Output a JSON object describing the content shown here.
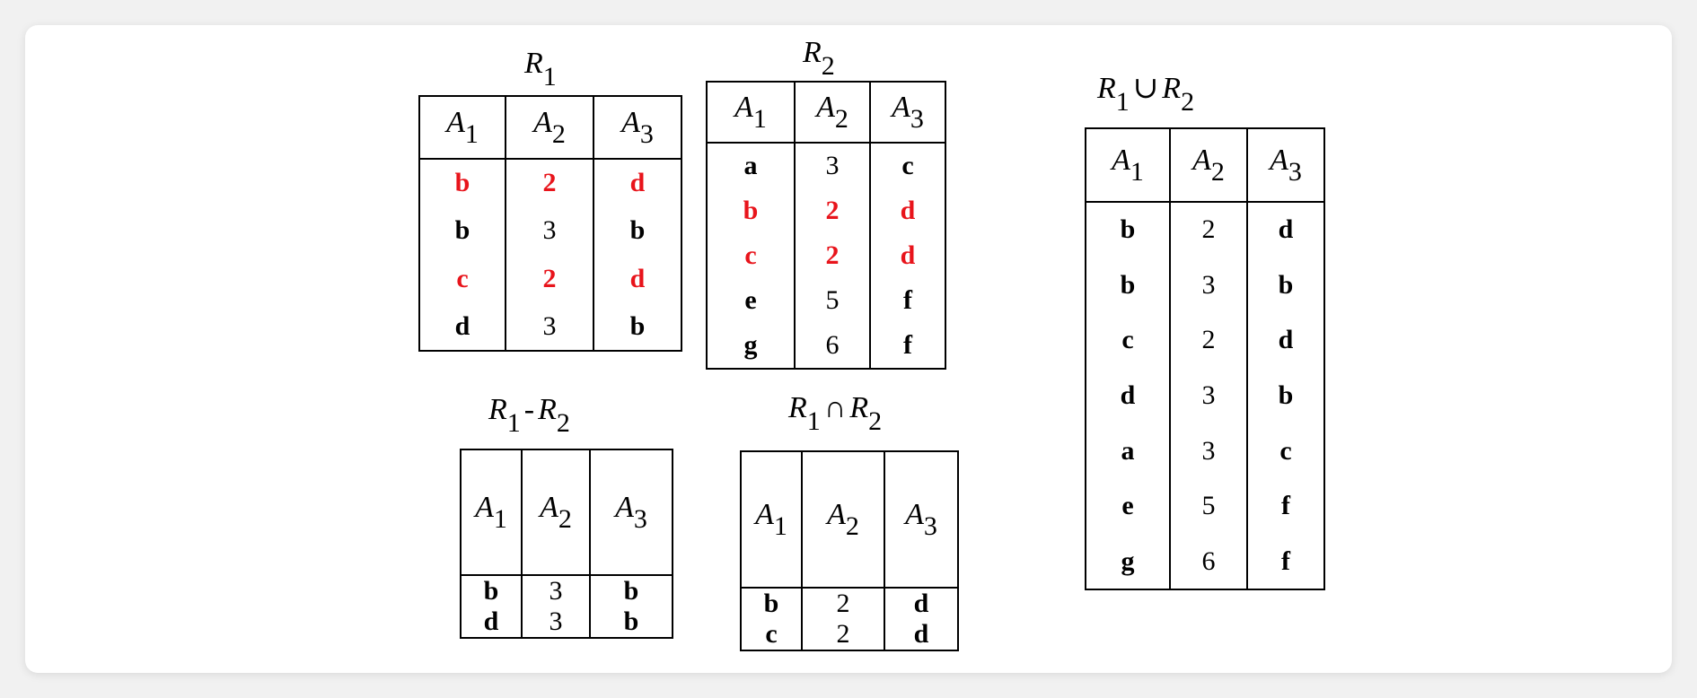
{
  "colors": {
    "highlight": "#e8141b",
    "text": "#000000",
    "background": "#ffffff"
  },
  "attributes": [
    {
      "name": "A",
      "sub": "1"
    },
    {
      "name": "A",
      "sub": "2"
    },
    {
      "name": "A",
      "sub": "3"
    }
  ],
  "relations": {
    "r1": {
      "title": {
        "name": "R",
        "sub": "1"
      },
      "rows": [
        {
          "cells": [
            "b",
            "2",
            "d"
          ],
          "highlight": true
        },
        {
          "cells": [
            "b",
            "3",
            "b"
          ],
          "highlight": false
        },
        {
          "cells": [
            "c",
            "2",
            "d"
          ],
          "highlight": true
        },
        {
          "cells": [
            "d",
            "3",
            "b"
          ],
          "highlight": false
        }
      ]
    },
    "r2": {
      "title": {
        "name": "R",
        "sub": "2"
      },
      "rows": [
        {
          "cells": [
            "a",
            "3",
            "c"
          ],
          "highlight": false
        },
        {
          "cells": [
            "b",
            "2",
            "d"
          ],
          "highlight": true
        },
        {
          "cells": [
            "c",
            "2",
            "d"
          ],
          "highlight": true
        },
        {
          "cells": [
            "e",
            "5",
            "f"
          ],
          "highlight": false
        },
        {
          "cells": [
            "g",
            "6",
            "f"
          ],
          "highlight": false
        }
      ]
    },
    "difference": {
      "title": {
        "left": "R",
        "left_sub": "1",
        "op": "-",
        "right": "R",
        "right_sub": "2"
      },
      "rows": [
        {
          "cells": [
            "b",
            "3",
            "b"
          ],
          "highlight": false
        },
        {
          "cells": [
            "d",
            "3",
            "b"
          ],
          "highlight": false
        }
      ]
    },
    "intersection": {
      "title": {
        "left": "R",
        "left_sub": "1",
        "op": "∩",
        "right": "R",
        "right_sub": "2"
      },
      "rows": [
        {
          "cells": [
            "b",
            "2",
            "d"
          ],
          "highlight": false
        },
        {
          "cells": [
            "c",
            "2",
            "d"
          ],
          "highlight": false
        }
      ]
    },
    "union": {
      "title": {
        "left": "R",
        "left_sub": "1",
        "op": "∪",
        "right": "R",
        "right_sub": "2"
      },
      "rows": [
        {
          "cells": [
            "b",
            "2",
            "d"
          ],
          "highlight": false
        },
        {
          "cells": [
            "b",
            "3",
            "b"
          ],
          "highlight": false
        },
        {
          "cells": [
            "c",
            "2",
            "d"
          ],
          "highlight": false
        },
        {
          "cells": [
            "d",
            "3",
            "b"
          ],
          "highlight": false
        },
        {
          "cells": [
            "a",
            "3",
            "c"
          ],
          "highlight": false
        },
        {
          "cells": [
            "e",
            "5",
            "f"
          ],
          "highlight": false
        },
        {
          "cells": [
            "g",
            "6",
            "f"
          ],
          "highlight": false
        }
      ]
    }
  }
}
